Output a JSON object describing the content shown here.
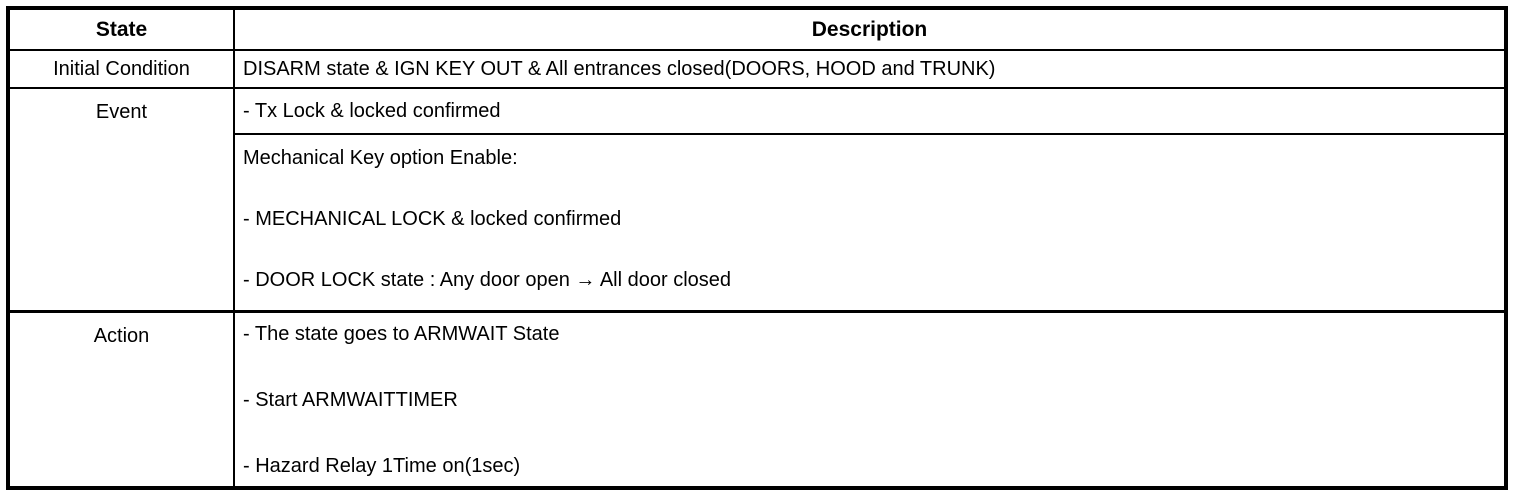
{
  "page": {
    "background_color": "#ffffff",
    "border_color": "#000000"
  },
  "table": {
    "headers": {
      "state": "State",
      "description": "Description"
    },
    "initial_condition": {
      "label": "Initial Condition",
      "description": "DISARM state & IGN KEY OUT & All entrances closed(DOORS, HOOD and TRUNK)"
    },
    "event": {
      "label": "Event",
      "tx_lock": "- Tx Lock & locked confirmed",
      "mechanical_lines": [
        "Mechanical Key option Enable:",
        "- MECHANICAL LOCK & locked confirmed",
        "- DOOR LOCK state : Any door open → All door closed"
      ]
    },
    "action": {
      "label": "Action",
      "lines": [
        "- The state goes to ARMWAIT State",
        "- Start ARMWAITTIMER",
        "- Hazard Relay 1Time on(1sec)"
      ]
    }
  }
}
